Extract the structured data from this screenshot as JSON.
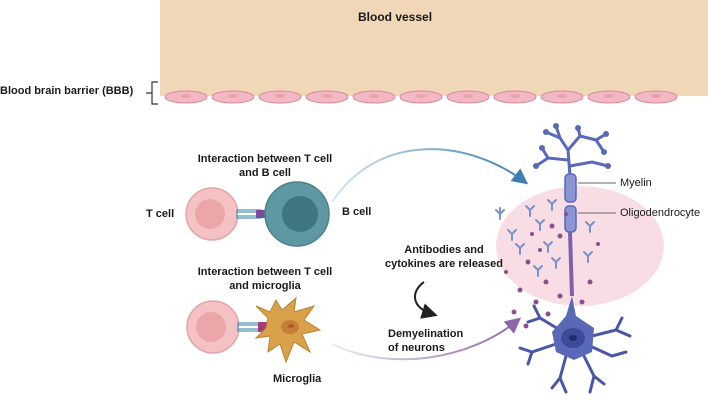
{
  "labels": {
    "blood_vessel": "Blood vessel",
    "bbb": "Blood brain barrier (BBB)",
    "tb_interaction": "Interaction between T cell and B cell",
    "t_cell": "T cell",
    "b_cell": "B cell",
    "tm_interaction": "Interaction between T cell and microglia",
    "microglia": "Microglia",
    "antibodies": "Antibodies and cytokines are released",
    "demyelination": "Demyelination of neurons",
    "myelin": "Myelin",
    "oligodendrocyte": "Oligodendrocyte"
  },
  "colors": {
    "vessel": "#efd7b7",
    "endothelial": "#f2b9c4",
    "t_cell": "#f5c2c3",
    "b_cell": "#5e98a2",
    "microglia": "#d9a24a",
    "neuron": "#5a68b8",
    "lesion": "#f9dde4",
    "antibody": "#7a92c9",
    "cytokine": "#8c4f8f"
  }
}
